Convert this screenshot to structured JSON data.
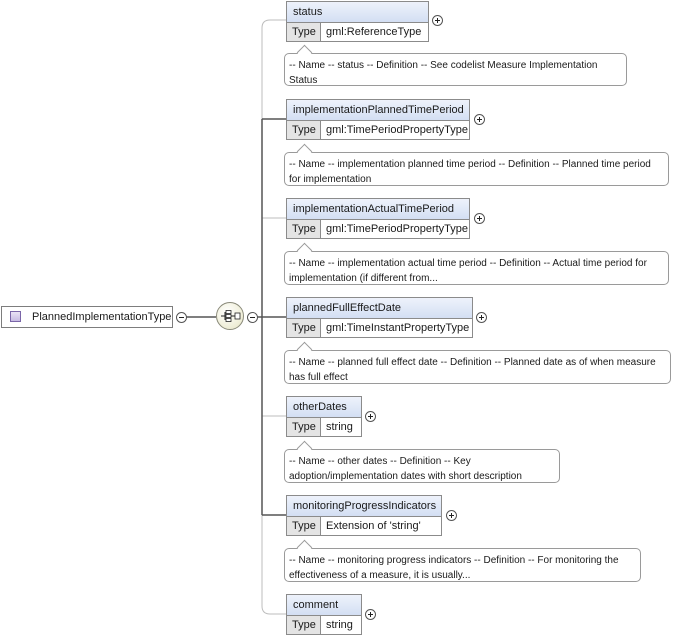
{
  "root": {
    "name": "PlannedImplementationType"
  },
  "type_key": "Type",
  "elements": [
    {
      "name": "status",
      "type": "gml:ReferenceType",
      "doc": "-- Name -- status -- Definition -- See codelist Measure Implementation Status"
    },
    {
      "name": "implementationPlannedTimePeriod",
      "type": "gml:TimePeriodPropertyType",
      "doc": "-- Name -- implementation planned time period -- Definition -- Planned time period for implementation"
    },
    {
      "name": "implementationActualTimePeriod",
      "type": "gml:TimePeriodPropertyType",
      "doc": "-- Name -- implementation actual time period -- Definition -- Actual time period for implementation (if different from..."
    },
    {
      "name": "plannedFullEffectDate",
      "type": "gml:TimeInstantPropertyType",
      "doc": "-- Name -- planned full effect date -- Definition -- Planned date as of when measure has full effect"
    },
    {
      "name": "otherDates",
      "type": "string",
      "doc": "-- Name -- other dates -- Definition -- Key adoption/implementation dates with short description"
    },
    {
      "name": "monitoringProgressIndicators",
      "type": "Extension of 'string'",
      "doc": "-- Name -- monitoring progress indicators -- Definition -- For monitoring the effectiveness of a measure, it is usually..."
    },
    {
      "name": "comment",
      "type": "string",
      "doc": ""
    }
  ]
}
